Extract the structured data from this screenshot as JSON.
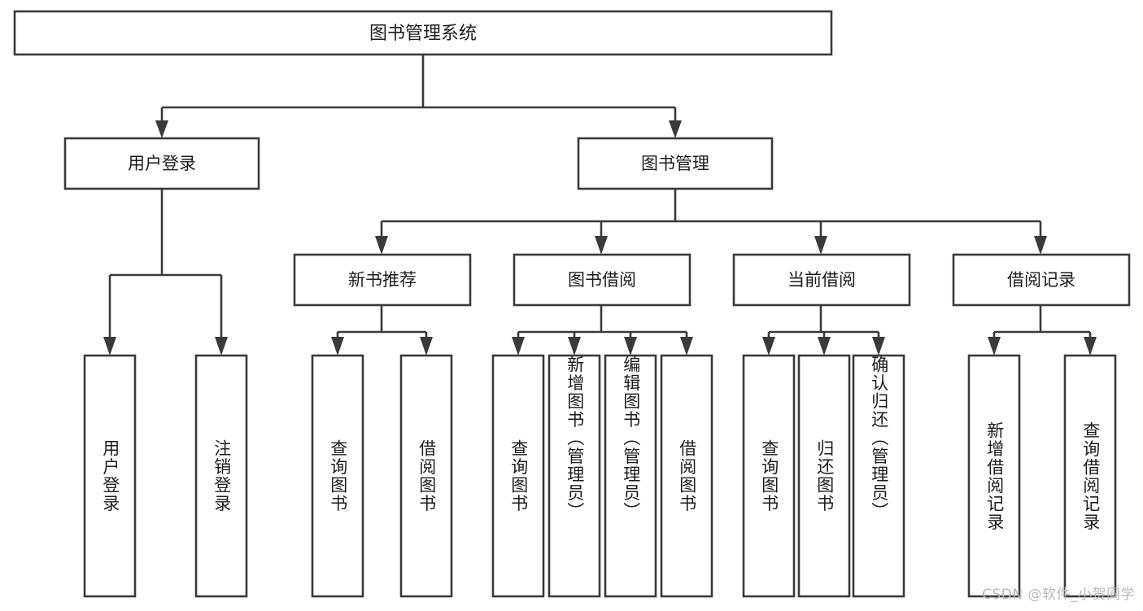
{
  "diagram": {
    "type": "tree-hierarchy",
    "title": "图书管理系统",
    "orientation": "top-down",
    "colors": {
      "box_stroke": "#3a3a3c",
      "box_fill": "#ffffff",
      "text": "#1d1d1f",
      "background": "#ffffff",
      "watermark": "#b9b9bb"
    },
    "root": {
      "label": "图书管理系统"
    },
    "level2": [
      {
        "label": "用户登录"
      },
      {
        "label": "图书管理"
      }
    ],
    "level3": [
      {
        "label": "新书推荐"
      },
      {
        "label": "图书借阅"
      },
      {
        "label": "当前借阅"
      },
      {
        "label": "借阅记录"
      }
    ],
    "leaves": {
      "user_login": [
        {
          "label": "用户登录"
        },
        {
          "label": "注销登录"
        }
      ],
      "new_book_recommend": [
        {
          "label": "查询图书"
        },
        {
          "label": "借阅图书"
        }
      ],
      "book_borrow": [
        {
          "label": "查询图书"
        },
        {
          "label": "新增图书（管理员）"
        },
        {
          "label": "编辑图书（管理员）"
        },
        {
          "label": "借阅图书"
        }
      ],
      "current_borrow": [
        {
          "label": "查询图书"
        },
        {
          "label": "归还图书"
        },
        {
          "label": "确认归还（管理员）"
        }
      ],
      "borrow_record": [
        {
          "label": "新增借阅记录"
        },
        {
          "label": "查询借阅记录"
        }
      ]
    }
  },
  "watermark": {
    "text": "CSDN @软件_小贺同学"
  }
}
